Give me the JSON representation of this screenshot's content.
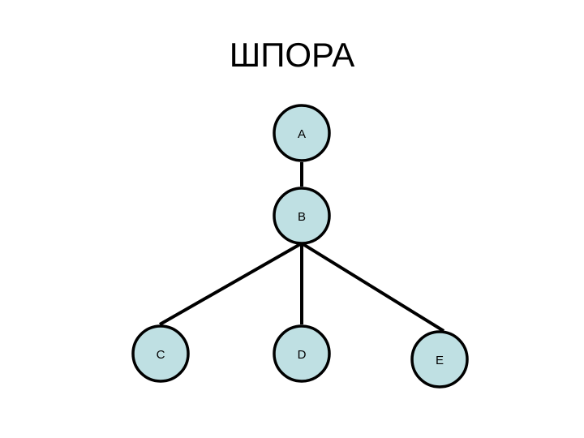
{
  "title": "ШПОРА",
  "colors": {
    "node_fill": "#bfe0e3",
    "node_stroke": "#000000",
    "edge": "#000000"
  },
  "nodes": [
    {
      "id": "A",
      "label": "A"
    },
    {
      "id": "B",
      "label": "B"
    },
    {
      "id": "C",
      "label": "C"
    },
    {
      "id": "D",
      "label": "D"
    },
    {
      "id": "E",
      "label": "E"
    }
  ],
  "edges": [
    {
      "from": "A",
      "to": "B"
    },
    {
      "from": "B",
      "to": "C"
    },
    {
      "from": "B",
      "to": "D"
    },
    {
      "from": "B",
      "to": "E"
    }
  ]
}
